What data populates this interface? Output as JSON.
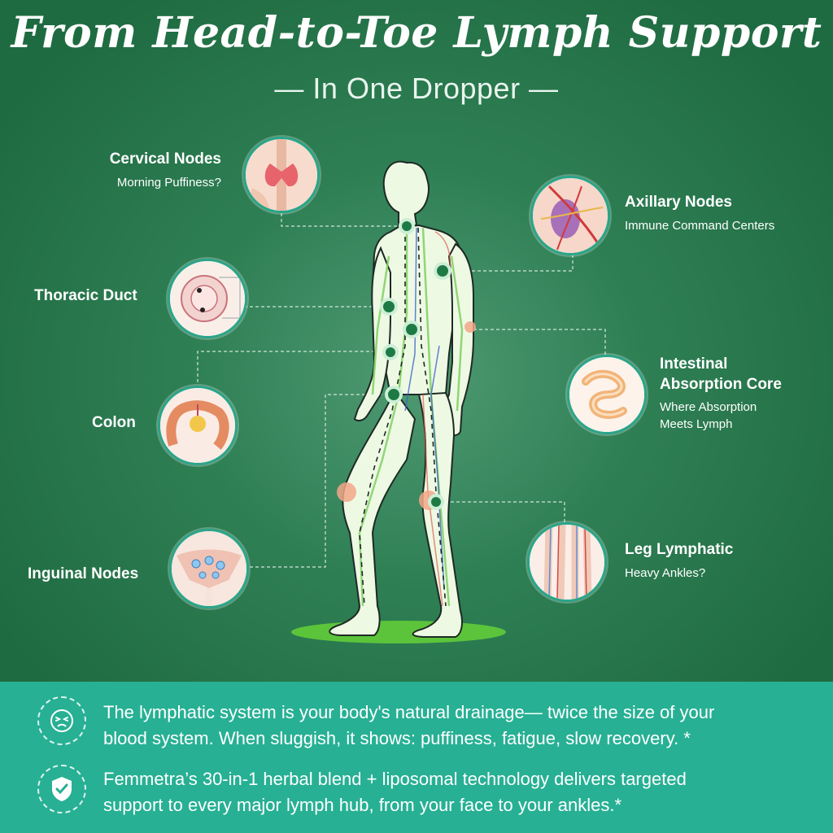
{
  "header": {
    "title": "From Head-to-Toe Lymph Support",
    "subtitle": "— In One Dropper —"
  },
  "callouts": {
    "cervical": {
      "title": "Cervical Nodes",
      "subtitle": "Morning Puffiness?"
    },
    "thoracic": {
      "title": "Thoracic Duct"
    },
    "colon": {
      "title": "Colon"
    },
    "inguinal": {
      "title": "Inguinal Nodes"
    },
    "axillary": {
      "title": "Axillary Nodes",
      "subtitle": "Immune Command Centers"
    },
    "intestinal": {
      "title_line1": "Intestinal",
      "title_line2": "Absorption Core",
      "subtitle_line1": "Where Absorption",
      "subtitle_line2": "Meets Lymph"
    },
    "leg": {
      "title": "Leg Lymphatic",
      "subtitle": "Heavy Ankles?"
    }
  },
  "bottom": {
    "line1a": "The lymphatic system is your body's natural drainage— twice the size of your",
    "line1b": "blood system. When sluggish,  it shows: puffiness, fatigue, slow recovery. *",
    "line2a": "Femmetra’s 30-in-1 herbal blend + liposomal technology delivers targeted",
    "line2b": "support to every major lymph hub, from your face to your ankles.*"
  },
  "colors": {
    "background": "#2f7f55",
    "accent": "#27b094",
    "node": "#1e7a45"
  },
  "icons": [
    "sneeze-face-icon",
    "shield-check-icon"
  ]
}
